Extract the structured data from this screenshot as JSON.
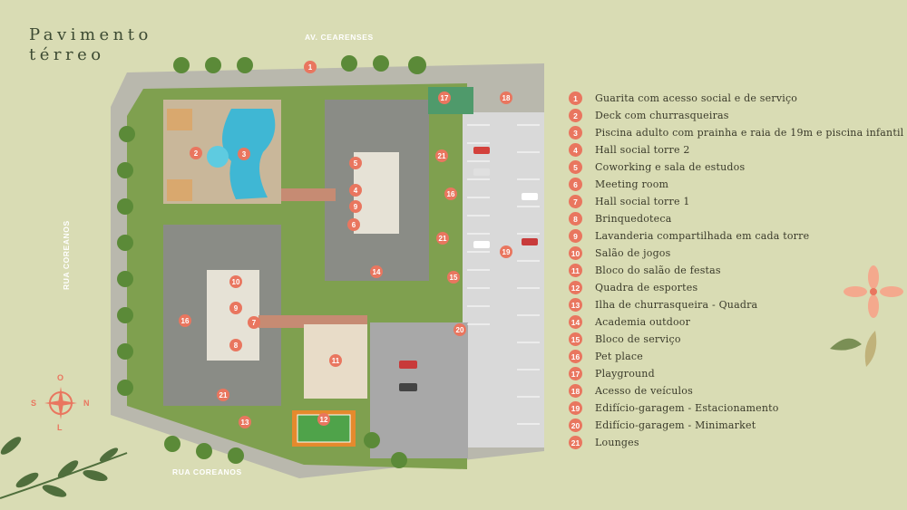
{
  "title": {
    "line1": "Pavimento",
    "line2": "térreo"
  },
  "streets": {
    "top": "AV. CEARENSES",
    "bottom": "RUA COREANOS",
    "left": "RUA COREANOS"
  },
  "compass": {
    "north": "N",
    "south": "S",
    "east": "L",
    "west": "O"
  },
  "colors": {
    "marker": "#e9765f",
    "background": "#d9dcb4",
    "title": "#3c4a32"
  },
  "legend": [
    {
      "num": "1",
      "label": "Guarita com acesso social e de serviço"
    },
    {
      "num": "2",
      "label": "Deck com churrasqueiras"
    },
    {
      "num": "3",
      "label": "Piscina adulto com prainha e raia de 19m e piscina infantil"
    },
    {
      "num": "4",
      "label": "Hall social torre 2"
    },
    {
      "num": "5",
      "label": "Coworking e sala de estudos"
    },
    {
      "num": "6",
      "label": "Meeting room"
    },
    {
      "num": "7",
      "label": "Hall social torre 1"
    },
    {
      "num": "8",
      "label": "Brinquedoteca"
    },
    {
      "num": "9",
      "label": "Lavanderia compartilhada em cada torre"
    },
    {
      "num": "10",
      "label": "Salão de jogos"
    },
    {
      "num": "11",
      "label": "Bloco do salão de festas"
    },
    {
      "num": "12",
      "label": "Quadra de esportes"
    },
    {
      "num": "13",
      "label": "Ilha de churrasqueira - Quadra"
    },
    {
      "num": "14",
      "label": "Academia outdoor"
    },
    {
      "num": "15",
      "label": "Bloco de serviço"
    },
    {
      "num": "16",
      "label": "Pet place"
    },
    {
      "num": "17",
      "label": "Playground"
    },
    {
      "num": "18",
      "label": "Acesso de veículos"
    },
    {
      "num": "19",
      "label": "Edifício-garagem - Estacionamento"
    },
    {
      "num": "20",
      "label": "Edifício-garagem - Minimarket"
    },
    {
      "num": "21",
      "label": "Lounges"
    }
  ],
  "map_markers": [
    {
      "num": "1"
    },
    {
      "num": "2"
    },
    {
      "num": "3"
    },
    {
      "num": "4"
    },
    {
      "num": "5"
    },
    {
      "num": "6"
    },
    {
      "num": "7"
    },
    {
      "num": "8"
    },
    {
      "num": "9"
    },
    {
      "num": "10"
    },
    {
      "num": "11"
    },
    {
      "num": "12"
    },
    {
      "num": "13"
    },
    {
      "num": "14"
    },
    {
      "num": "15"
    },
    {
      "num": "16"
    },
    {
      "num": "16"
    },
    {
      "num": "17"
    },
    {
      "num": "18"
    },
    {
      "num": "19"
    },
    {
      "num": "20"
    },
    {
      "num": "21"
    },
    {
      "num": "21"
    },
    {
      "num": "21"
    },
    {
      "num": "9"
    }
  ]
}
